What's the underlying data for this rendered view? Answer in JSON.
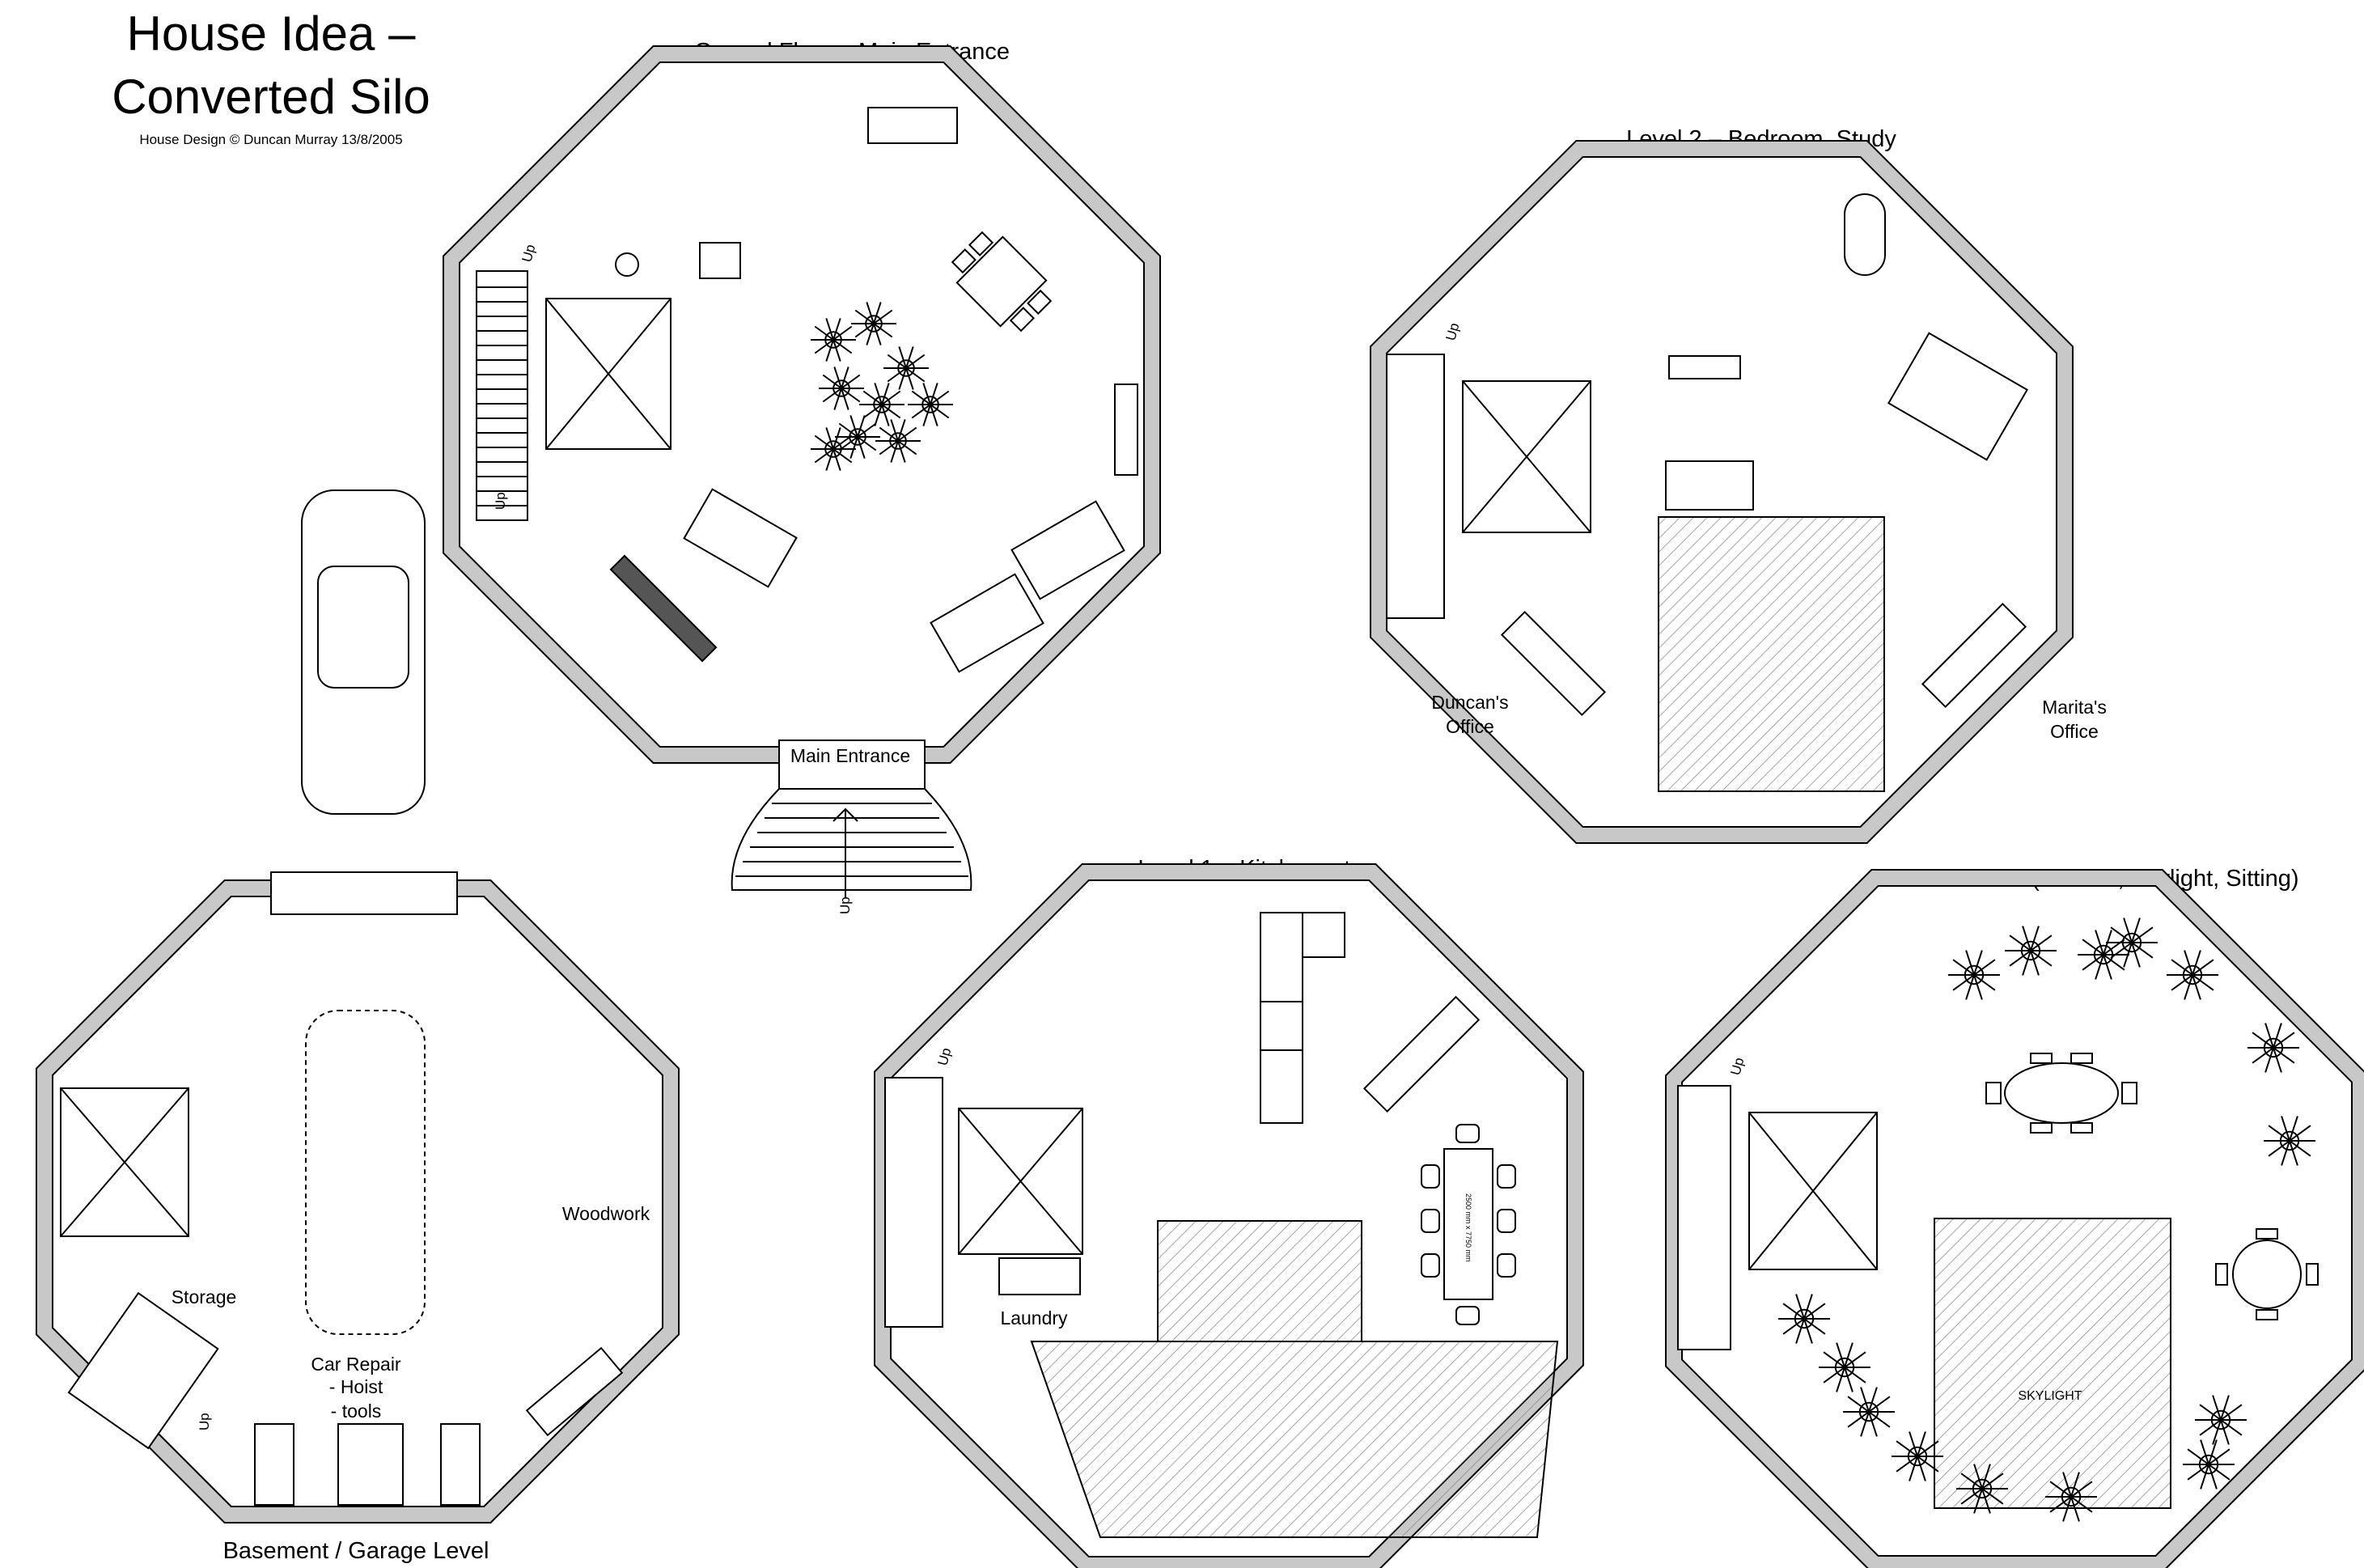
{
  "title": {
    "line1": "House Idea –",
    "line2": "Converted Silo",
    "credit": "House Design © Duncan Murray 13/8/2005"
  },
  "plans": {
    "ground": {
      "title": "Ground Floor – Main Entrance",
      "main_entrance": "Main Entrance",
      "stair_labels": [
        "Up",
        "Up",
        "Up"
      ]
    },
    "level2": {
      "title": "Level 2 – Bedroom, Study",
      "duncans_office": [
        "Duncan's",
        "Office"
      ],
      "maritas_office": [
        "Marita's",
        "Office"
      ],
      "stair_labels": [
        "Up"
      ]
    },
    "level1": {
      "title": "Level 1 – Kitchen, etc",
      "laundry": "Laundry",
      "table_size": "2500 mm x 7750 mm",
      "stair_labels": [
        "Up"
      ]
    },
    "roof": {
      "title": "Roof Level (Garden, Skylight, Sitting)",
      "skylight": "SKYLIGHT",
      "stair_labels": [
        "Up"
      ]
    },
    "basement": {
      "title": "Basement / Garage Level",
      "woodwork": "Woodwork",
      "storage": "Storage",
      "car_repair": [
        "Car Repair",
        "- Hoist",
        "- tools"
      ],
      "stair_labels": [
        "Up"
      ]
    }
  },
  "colors": {
    "wall": "#c8c8c8",
    "line": "#000000",
    "background": "#ffffff"
  }
}
